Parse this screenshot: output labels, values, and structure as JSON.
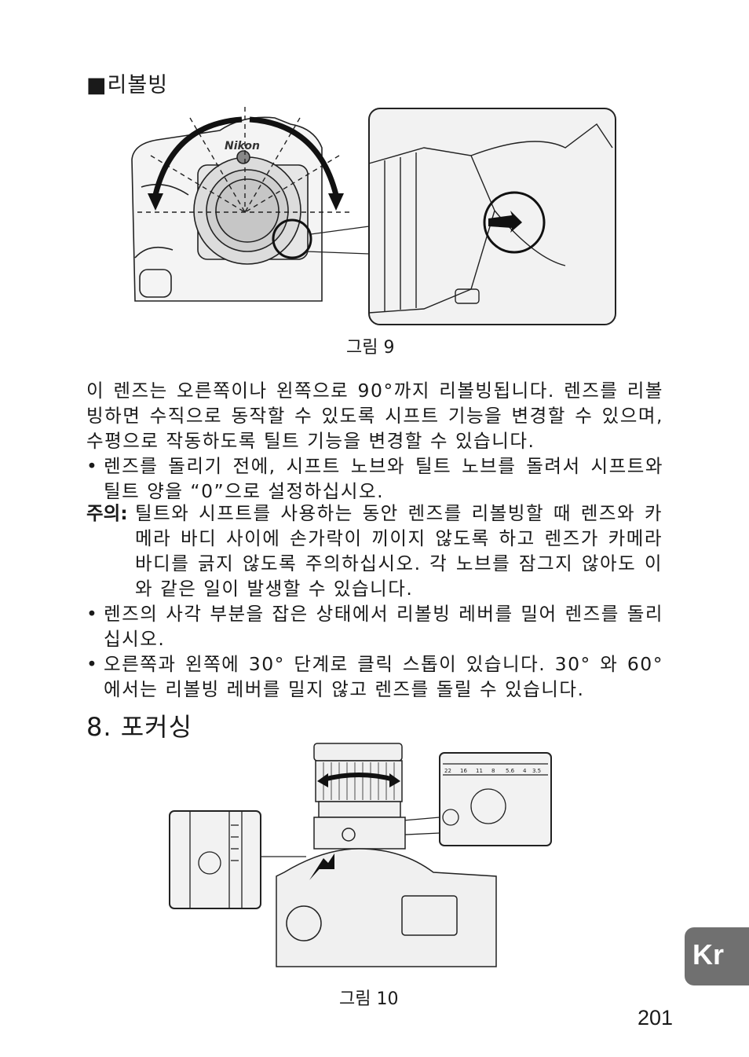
{
  "section_revolving": {
    "heading": "■리볼빙",
    "figure_caption": "그림 9",
    "paragraph": "이 렌즈는 오른쪽이나 왼쪽으로 90°까지 리볼빙됩니다. 렌즈를 리볼빙하면 수직으로 동작할 수 있도록 시프트 기능을 변경할 수 있으며, 수평으로 작동하도록 틸트 기능을 변경할 수 있습니다.",
    "bullet_1": "렌즈를 돌리기 전에, 시프트 노브와 틸트 노브를 돌려서 시프트와 틸트 양을 “0”으로 설정하십시오.",
    "note_label": "주의:",
    "note_text": "틸트와 시프트를 사용하는 동안 렌즈를 리볼빙할 때 렌즈와 카메라 바디 사이에 손가락이 끼이지 않도록 하고 렌즈가 카메라 바디를 긁지 않도록 주의하십시오. 각 노브를 잠그지 않아도 이와 같은 일이 발생할 수 있습니다.",
    "bullet_2": "렌즈의 사각 부분을 잡은 상태에서 리볼빙 레버를 밀어 렌즈를 돌리십시오.",
    "bullet_3": "오른쪽과 왼쪽에 30° 단계로 클릭 스톱이 있습니다. 30° 와 60°에서는 리볼빙 레버를 밀지 않고 렌즈를 돌릴 수 있습니다."
  },
  "section_focusing": {
    "heading": "8. 포커싱",
    "figure_caption": "그림 10",
    "camera_logo": "Nikon",
    "aperture_scale": [
      "22",
      "16",
      "11",
      "8",
      "5.6",
      "4",
      "3.5"
    ]
  },
  "bullet_symbol": "•",
  "language_tab": "Kr",
  "page_number": "201"
}
